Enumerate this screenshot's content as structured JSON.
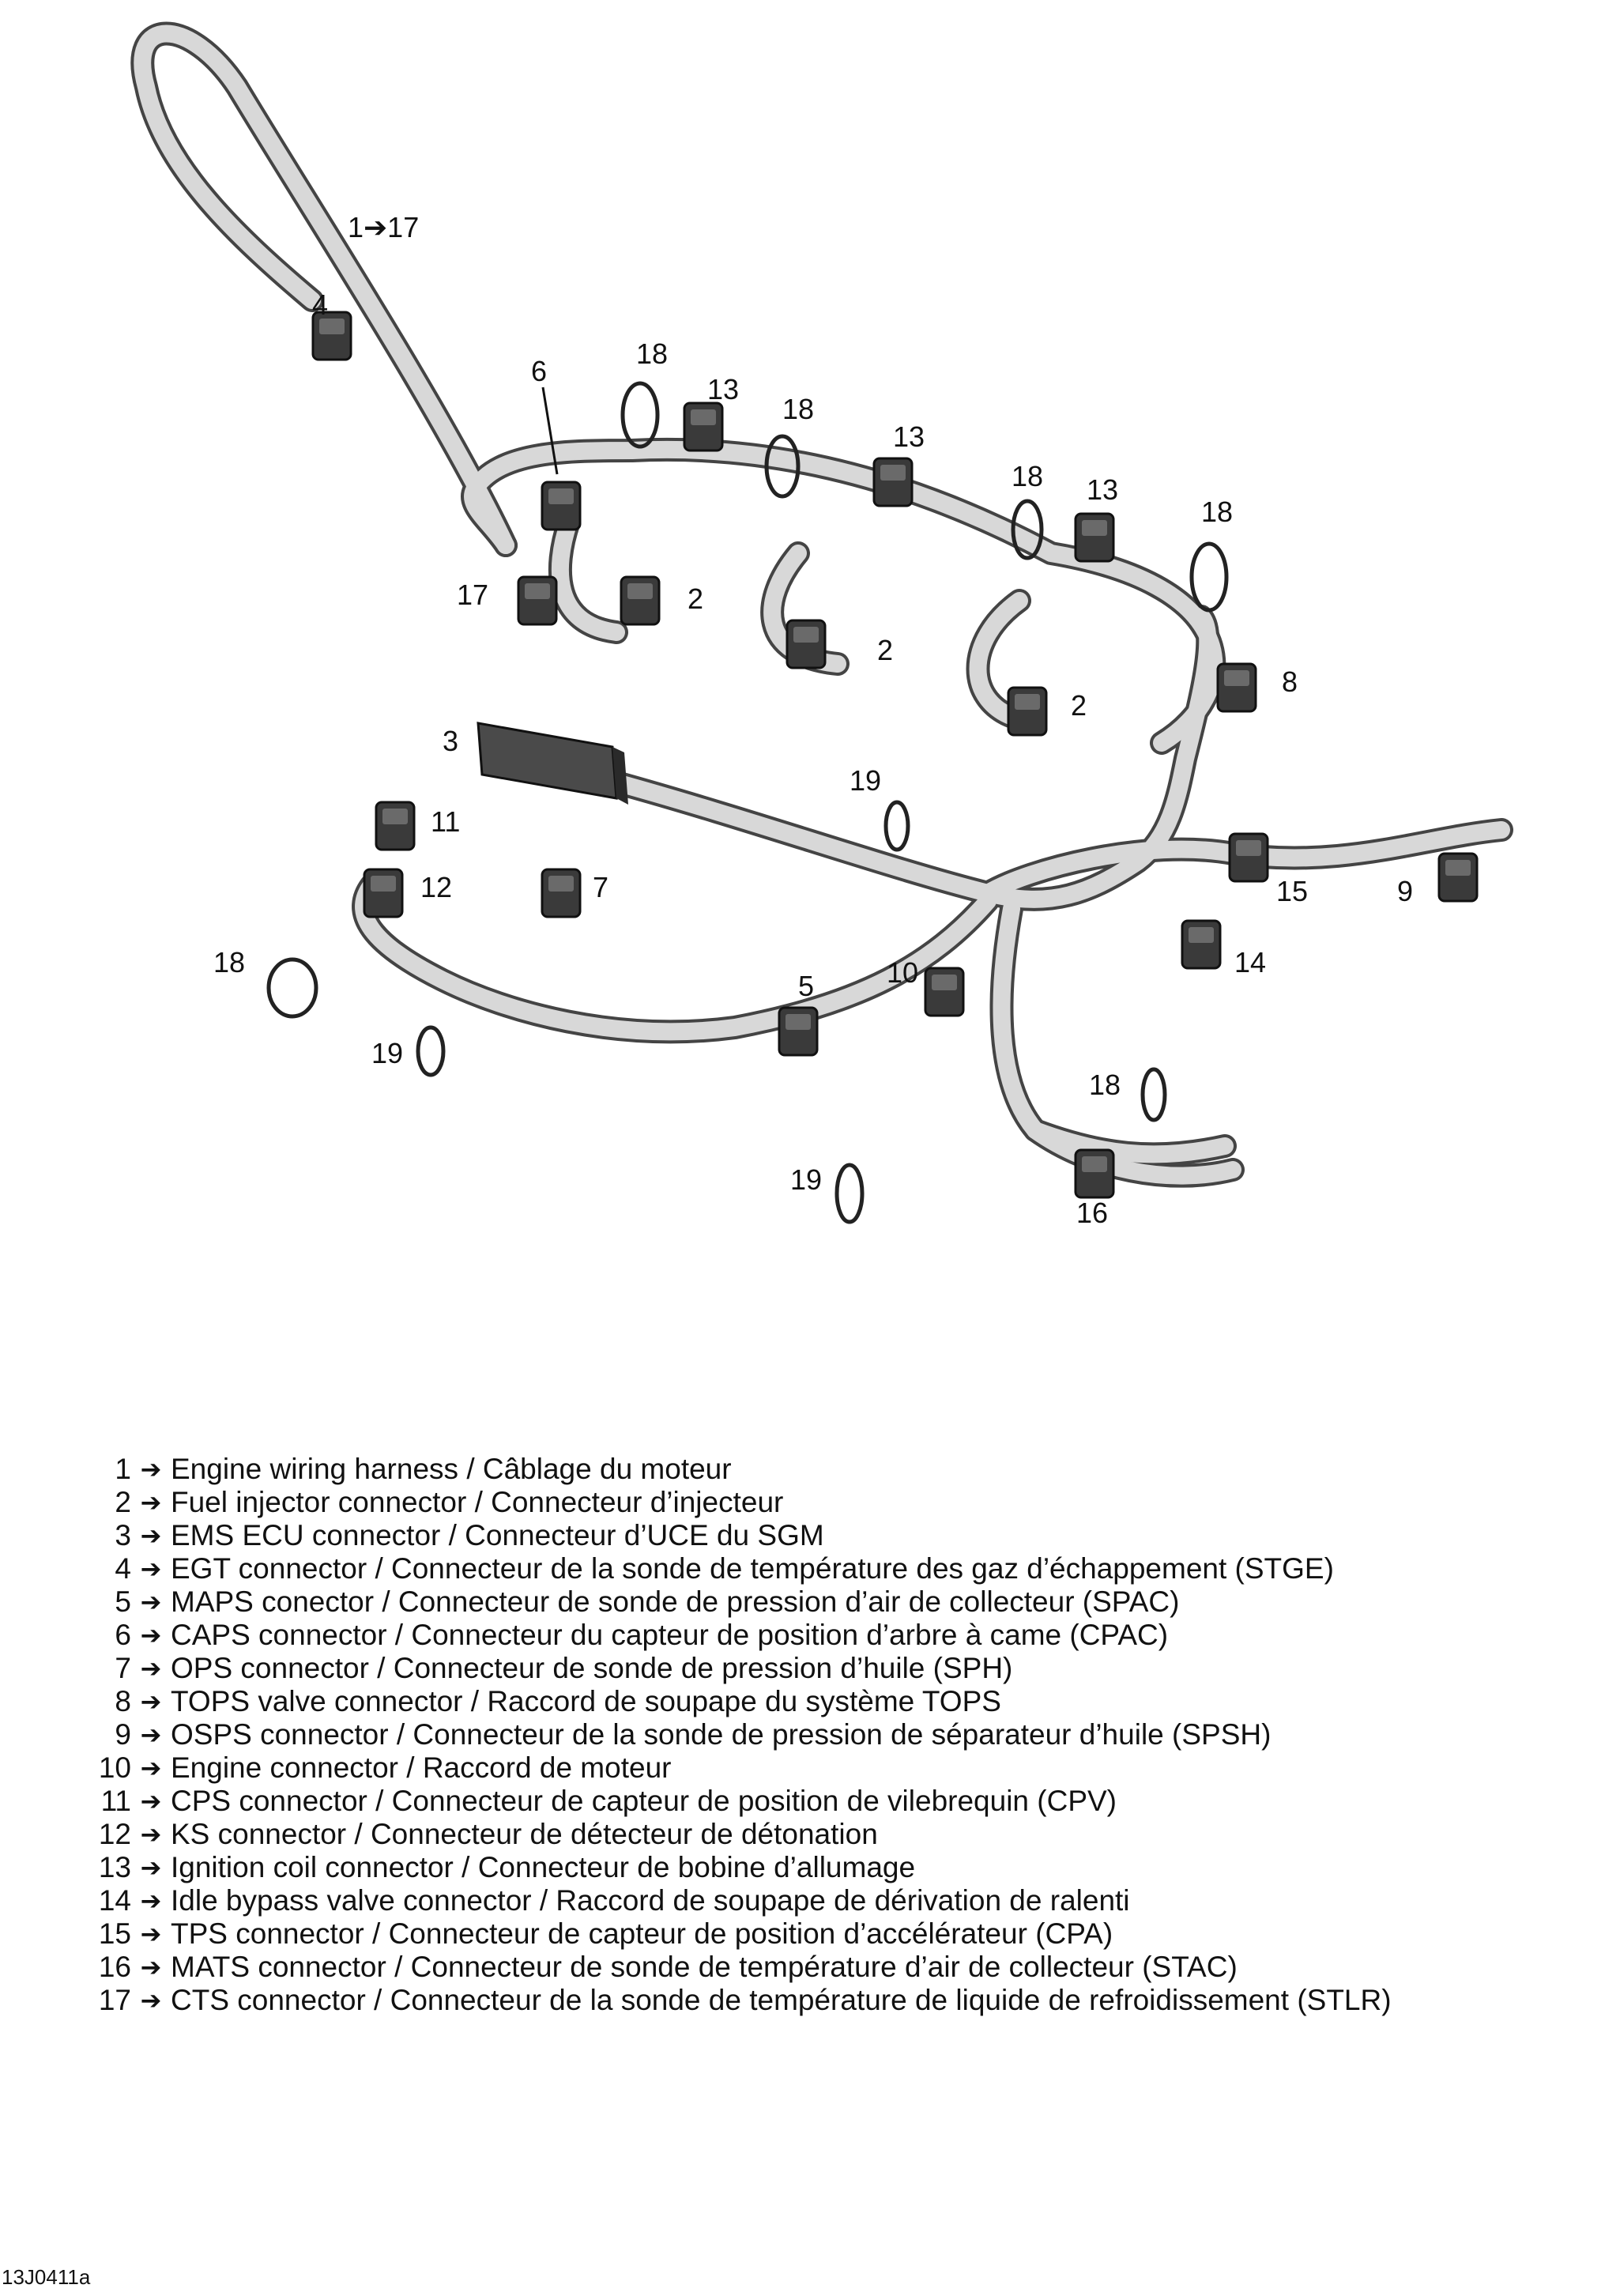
{
  "callouts": {
    "c1": "1➔17",
    "c2": "2",
    "c3": "3",
    "c4": "4",
    "c5": "5",
    "c6": "6",
    "c7": "7",
    "c8": "8",
    "c9": "9",
    "c10": "10",
    "c11": "11",
    "c12": "12",
    "c13": "13",
    "c14": "14",
    "c15": "15",
    "c16": "16",
    "c17": "17",
    "c18": "18",
    "c19": "19"
  },
  "legend": {
    "arrow": "➔",
    "items": [
      {
        "num": "1",
        "text": "Engine wiring harness / Câblage du moteur"
      },
      {
        "num": "2",
        "text": "Fuel injector connector / Connecteur d’injecteur"
      },
      {
        "num": "3",
        "text": "EMS ECU connector / Connecteur d’UCE du SGM"
      },
      {
        "num": "4",
        "text": "EGT connector / Connecteur de la sonde de température des gaz d’échappement (STGE)"
      },
      {
        "num": "5",
        "text": "MAPS conector / Connecteur de sonde de pression d’air de collecteur (SPAC)"
      },
      {
        "num": "6",
        "text": "CAPS connector / Connecteur du capteur de position d’arbre à came (CPAC)"
      },
      {
        "num": "7",
        "text": "OPS connector / Connecteur de sonde de pression d’huile (SPH)"
      },
      {
        "num": "8",
        "text": "TOPS valve connector / Raccord de soupape du système TOPS"
      },
      {
        "num": "9",
        "text": "OSPS connector / Connecteur de la sonde de pression de séparateur d’huile (SPSH)"
      },
      {
        "num": "10",
        "text": "Engine connector / Raccord de moteur"
      },
      {
        "num": "11",
        "text": "CPS connector / Connecteur de capteur de position de vilebrequin (CPV)"
      },
      {
        "num": "12",
        "text": "KS connector / Connecteur de détecteur de détonation"
      },
      {
        "num": "13",
        "text": "Ignition coil connector / Connecteur de bobine d’allumage"
      },
      {
        "num": "14",
        "text": "Idle bypass valve connector / Raccord de soupape de dérivation de ralenti"
      },
      {
        "num": "15",
        "text": "TPS connector / Connecteur de capteur de position d’accélérateur (CPA)"
      },
      {
        "num": "16",
        "text": "MATS connector / Connecteur de sonde de température d’air de collecteur (STAC)"
      },
      {
        "num": "17",
        "text": "CTS connector / Connecteur de la sonde de température de liquide de refroidissement (STLR)"
      }
    ]
  },
  "ref_code": "13J0411a"
}
